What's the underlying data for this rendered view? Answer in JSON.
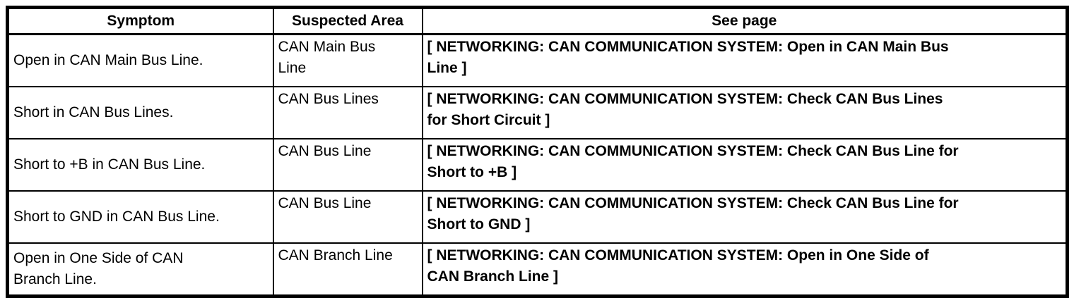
{
  "table": {
    "headers": [
      "Symptom",
      "Suspected Area",
      "See page"
    ],
    "rows": [
      {
        "symptom": [
          "Open in CAN Main Bus Line."
        ],
        "area": [
          "CAN Main Bus",
          "Line"
        ],
        "see_page": [
          "[ NETWORKING: CAN COMMUNICATION SYSTEM: Open in CAN Main Bus",
          "Line ]"
        ]
      },
      {
        "symptom": [
          "Short in CAN Bus Lines."
        ],
        "area": [
          "CAN Bus Lines"
        ],
        "see_page": [
          "[ NETWORKING: CAN COMMUNICATION SYSTEM: Check CAN Bus Lines",
          "for Short Circuit ]"
        ]
      },
      {
        "symptom": [
          "Short to +B in CAN Bus Line."
        ],
        "area": [
          "CAN Bus Line"
        ],
        "see_page": [
          "[ NETWORKING: CAN COMMUNICATION SYSTEM: Check CAN Bus Line for",
          "Short to +B ]"
        ]
      },
      {
        "symptom": [
          "Short to GND in CAN Bus Line."
        ],
        "area": [
          "CAN Bus Line"
        ],
        "see_page": [
          "[ NETWORKING: CAN COMMUNICATION SYSTEM: Check CAN Bus Line for",
          "Short to GND ]"
        ]
      },
      {
        "symptom": [
          "Open in One Side of CAN",
          "Branch Line."
        ],
        "area": [
          "CAN Branch Line"
        ],
        "see_page": [
          "[ NETWORKING: CAN COMMUNICATION SYSTEM: Open in One Side of",
          "CAN Branch Line ]"
        ]
      }
    ],
    "colors": {
      "border": "#000000",
      "text": "#000000",
      "background": "#ffffff"
    }
  }
}
